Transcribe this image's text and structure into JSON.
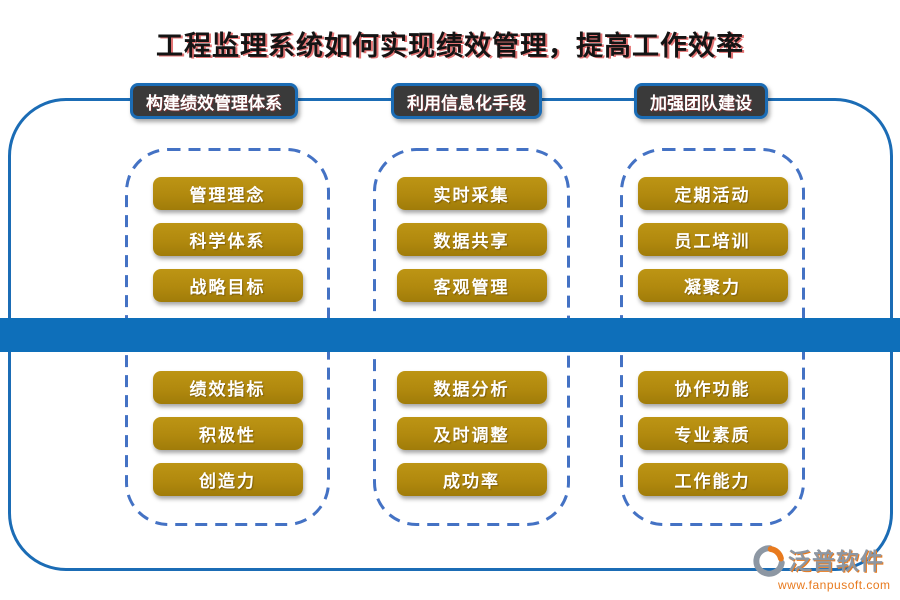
{
  "title": "工程监理系统如何实现绩效管理，提高工作效率",
  "columns": [
    {
      "header": "构建绩效管理体系",
      "top_items": [
        "管理理念",
        "科学体系",
        "战略目标"
      ],
      "bottom_items": [
        "绩效指标",
        "积极性",
        "创造力"
      ]
    },
    {
      "header": "利用信息化手段",
      "top_items": [
        "实时采集",
        "数据共享",
        "客观管理"
      ],
      "bottom_items": [
        "数据分析",
        "及时调整",
        "成功率"
      ]
    },
    {
      "header": "加强团队建设",
      "top_items": [
        "定期活动",
        "员工培训",
        "凝聚力"
      ],
      "bottom_items": [
        "协作功能",
        "专业素质",
        "工作能力"
      ]
    }
  ],
  "logo": {
    "brand": "泛普软件",
    "website": "www.fanpusoft.com"
  },
  "colors": {
    "accent-blue": "#1b6cb5",
    "dash-blue": "#4472c4",
    "bar-blue": "#0e6fba",
    "gold": "#b1890e",
    "badge-bg": "#3a3a3a",
    "title-red": "#c00000",
    "logo-orange": "#e87a1e",
    "logo-gray": "#8d97a3"
  }
}
